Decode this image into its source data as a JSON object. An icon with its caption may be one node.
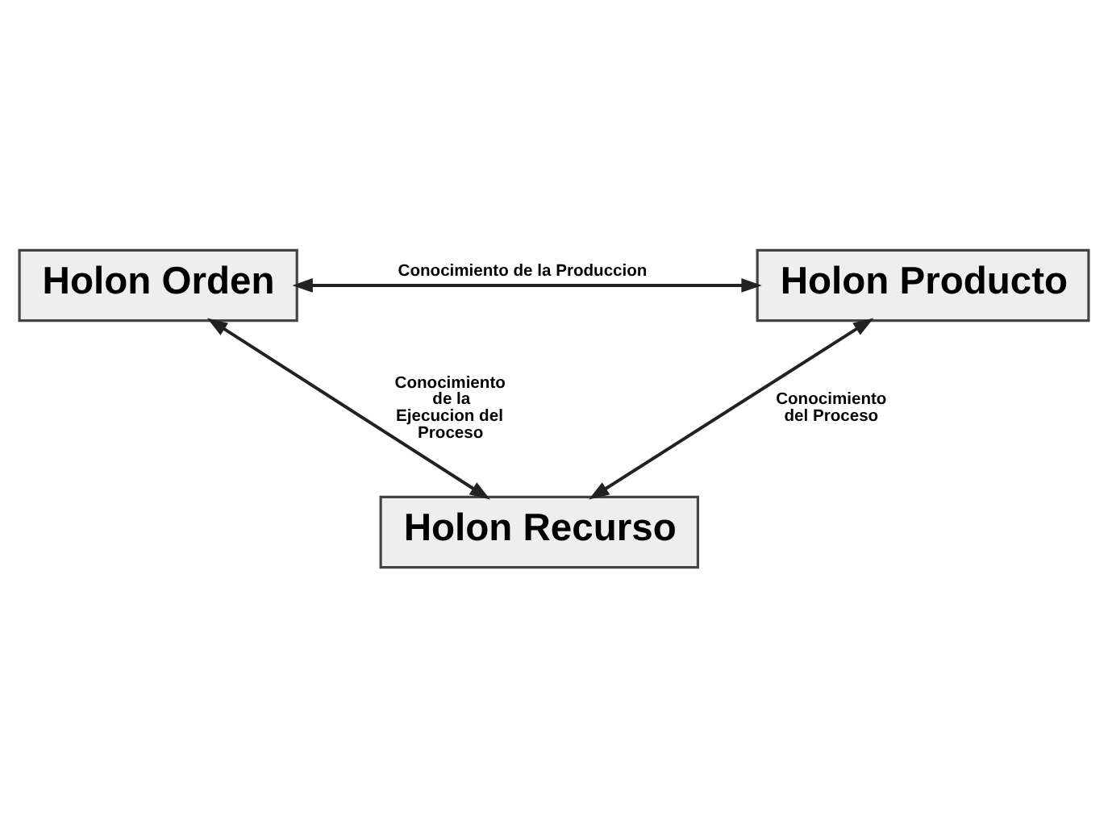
{
  "diagram": {
    "nodes": [
      {
        "text": [
          "Holon Orden"
        ]
      },
      {
        "text": [
          "Holon Producto"
        ]
      },
      {
        "text": [
          "Holon Recurso"
        ]
      }
    ],
    "edges": [
      {
        "from": 0,
        "to": 1,
        "arrow": "both",
        "label": "Conocimiento de la Produccion"
      },
      {
        "from": 0,
        "to": 2,
        "arrow": "both",
        "label": "Conocimiento de la Ejecucion del Proceso"
      },
      {
        "from": 1,
        "to": 2,
        "arrow": "both",
        "label": "Conocimiento del Proceso"
      }
    ]
  }
}
